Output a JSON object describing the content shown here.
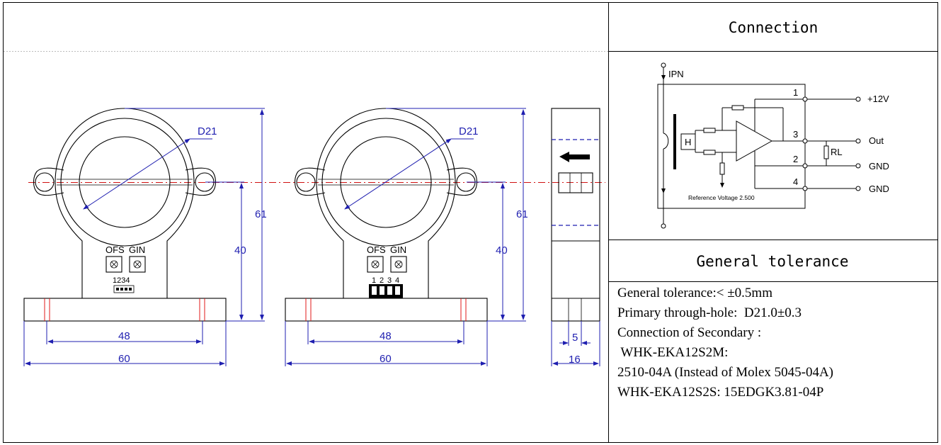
{
  "connection_title": "Connection",
  "tolerance_title": "General tolerance",
  "spec_lines": [
    "General tolerance:< ±0.5mm",
    "Primary through-hole:  D21.0±0.3",
    "Connection of Secondary :",
    " WHK-EKA12S2M:",
    "2510-04A (Instead of Molex 5045-04A)",
    "WHK-EKA12S2S: 15EDGK3.81-04P"
  ],
  "dimensions": {
    "diameter": "D21",
    "height_total": "61",
    "height_center": "40",
    "hole_spacing": "48",
    "base_width": "60",
    "side_width": "16",
    "side_inner": "5"
  },
  "labels": {
    "ofs": "OFS",
    "gin": "GIN",
    "pins_small": "1234",
    "pins_large": [
      "1",
      "2",
      "3",
      "4"
    ]
  },
  "schematic": {
    "ipn": "IPN",
    "hall": "H",
    "ref_voltage": "Reference Voltage 2.500",
    "rl": "RL",
    "pin1": "1",
    "pin2": "2",
    "pin3": "3",
    "pin4": "4",
    "plus12v": "+12V",
    "out": "Out",
    "gnd1": "GND",
    "gnd2": "GND"
  }
}
